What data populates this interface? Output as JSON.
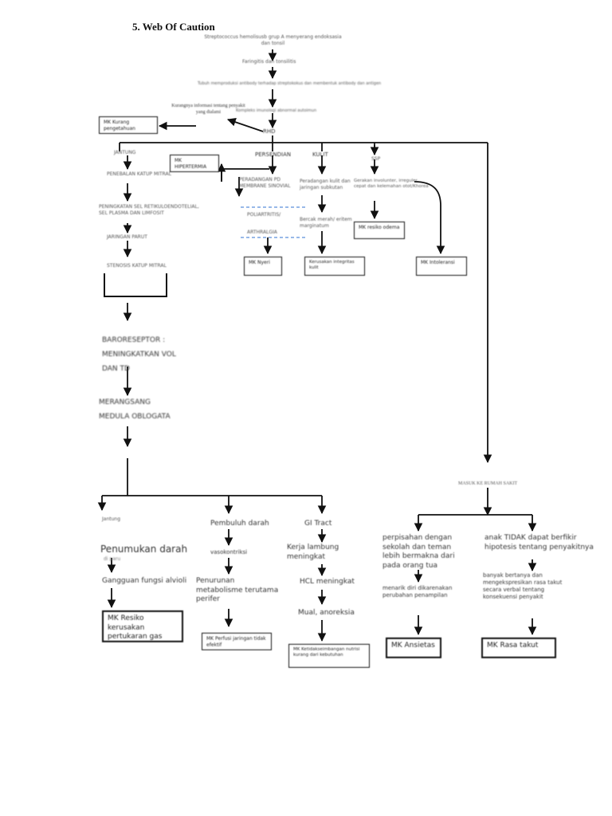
{
  "title": "5.   Web Of Caution",
  "top": {
    "n1": "Streptococcus hemolisusb grup A menyerang endoksasia dan tonsil",
    "n2": "Faringitis dan tonsilitis",
    "n3": "Tubuh memproduksi antibody terhadap streptokokus dan membentuk antibody dan antigen",
    "n4": "Kompleks imunologi abnormal autoimun",
    "n5": "RHD",
    "kurang_note": "Kurangnya informasi tentang penyakit yang dialami",
    "mk_kurang": "MK Kurang pengetahuan"
  },
  "branches": {
    "jantung": "JANTUNG",
    "persendian": "PERSENDIAN",
    "kulit": "KULIT",
    "ssp": "SSP"
  },
  "jantung_col": {
    "a1": "PENEBALAN KATUP MITRAL",
    "a2": "PENINGKATAN SEL RETIKULOENDOTELIAL, SEL PLASMA DAN LIMFOSIT",
    "a3": "JARINGAN PARUT",
    "a4": "STENOSIS KATUP MITRAL",
    "a5": "BARORESEPTOR : MENINGKATKAN VOL DAN TD",
    "a6": "MERANGSANG MEDULA OBLOGATA"
  },
  "persendian_col": {
    "mk_hiper": "MK HIPERTERMIA",
    "p1": "PERADANGAN PD MEMBRANE SINOVIAL",
    "p2": "POLIARTRITIS/",
    "p3": "ARTHRALGIA",
    "mk_nyeri": "MK Nyeri"
  },
  "kulit_col": {
    "k1": "Peradangan kulit dan jaringan subkutan",
    "k2": "Bercak merah/ eritem marginatum",
    "mk_kulit": "Kerusakan integritas kulit"
  },
  "ssp_col": {
    "s1": "Gerakan involunter, irreguler cepat dan kelemahan otot/Khorea",
    "mk_odema": "MK resiko odema",
    "mk_intoleransi": "MK Intoleransi"
  },
  "bottom": {
    "jantung": "Jantung",
    "b1": "Penumukan darah",
    "b1_sub": "di paru",
    "b2": "Gangguan fungsi alvioli",
    "mk_gas": "MK Resiko kerusakan pertukaran gas",
    "pembuluh": "Pembuluh darah",
    "p1": "vasokontriksi",
    "p2": "Penurunan metabolisme terutama perifer",
    "mk_perfusi": "MK Perfusi jaringan tidak efektif",
    "gi": "GI Tract",
    "g1": "Kerja lambung meningkat",
    "g2": "HCL meningkat",
    "g3": "Mual, anoreksia",
    "mk_nutrisi": "MK Ketidakseimbangan nutrisi kurang dari kebutuhan"
  },
  "right": {
    "masuk": "MASUK KE RUMAH SAKIT",
    "r1": "perpisahan dengan sekolah dan teman lebih bermakna dari pada orang tua",
    "r2": "menarik diri dikarenakan perubahan penampilan",
    "mk_ansietas": "MK Ansietas",
    "r3": "anak TIDAK dapat berfikir hipotesis tentang penyakitnya",
    "r4": "banyak bertanya dan mengekspresikan rasa takut secara verbal tentang konsekuensi penyakit",
    "mk_takut": "MK Rasa takut"
  }
}
